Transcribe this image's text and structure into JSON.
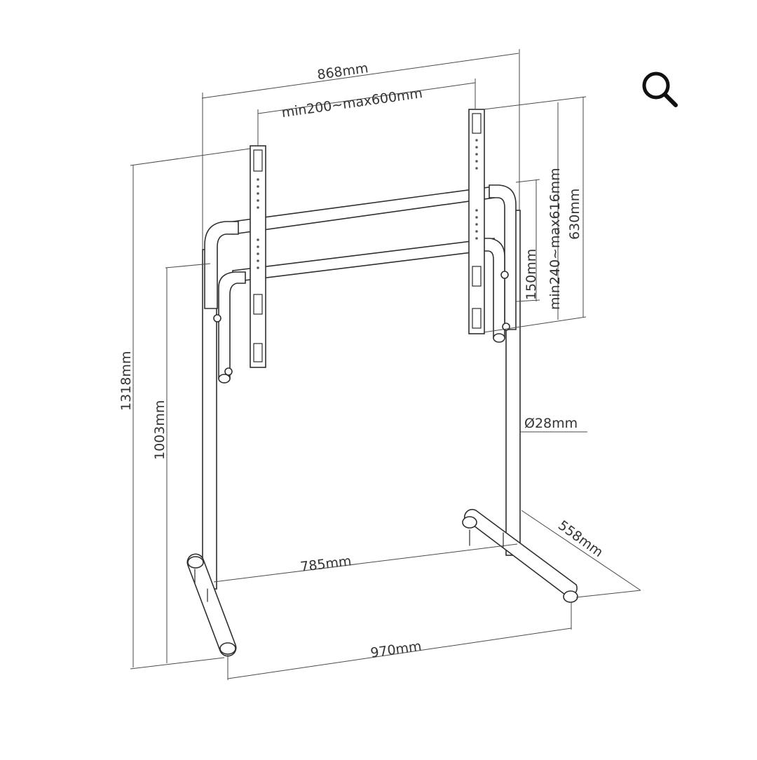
{
  "colors": {
    "line": "#333333",
    "background": "#ffffff",
    "icon": "#111111"
  },
  "toolbar": {
    "zoom_icon": "magnifier-icon"
  },
  "dimensions": {
    "overall_width": "868mm",
    "vesa_horizontal": "min200~max600mm",
    "vesa_vertical": "min240~max616mm",
    "bracket_height": "630mm",
    "crossbar_spacing": "150mm",
    "total_height": "1318mm",
    "pole_height": "1003mm",
    "tube_diameter": "Ø28mm",
    "base_depth": "558mm",
    "inner_base_width": "785mm",
    "outer_base_width": "970mm"
  }
}
